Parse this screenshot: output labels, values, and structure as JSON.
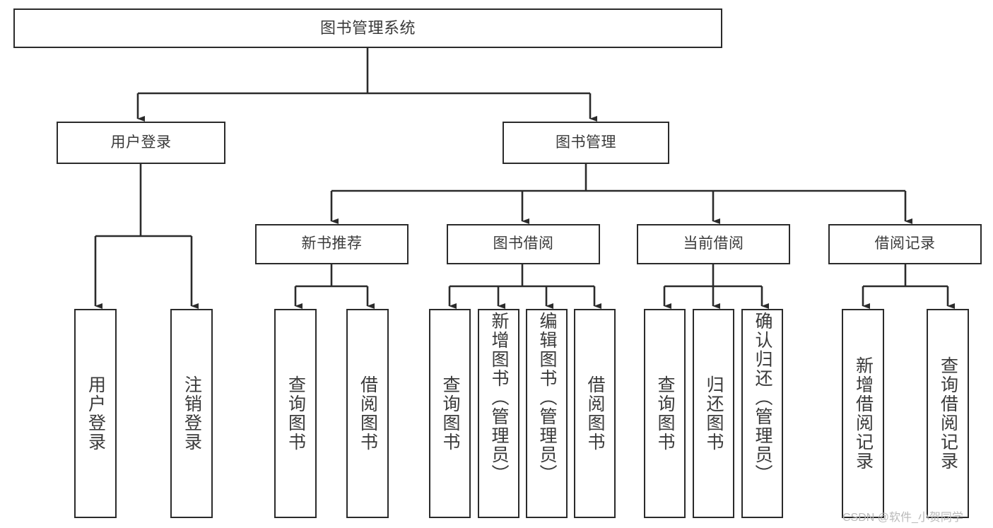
{
  "diagram": {
    "type": "tree-hierarchy",
    "title": "图书管理系统",
    "orientation": "top-down",
    "watermark": "CSDN @软件_小贺同学",
    "colors": {
      "background": "#ffffff",
      "box_border": "#2b2b2b",
      "box_fill": "#ffffff",
      "text": "#3a3a3a",
      "edge": "#2b2b2b",
      "watermark": "#b9b9b9"
    }
  },
  "nodes": {
    "root": {
      "label": "图书管理系统",
      "level": 0
    },
    "level1": [
      {
        "id": "user-login",
        "label": "用户登录",
        "level": 1
      },
      {
        "id": "book-management",
        "label": "图书管理",
        "level": 1
      }
    ],
    "level2": [
      {
        "id": "new-book-recommend",
        "label": "新书推荐",
        "level": 2,
        "parent": "book-management"
      },
      {
        "id": "book-borrow",
        "label": "图书借阅",
        "level": 2,
        "parent": "book-management"
      },
      {
        "id": "current-borrow",
        "label": "当前借阅",
        "level": 2,
        "parent": "book-management"
      },
      {
        "id": "borrow-record",
        "label": "借阅记录",
        "level": 2,
        "parent": "book-management"
      }
    ],
    "leaves": [
      {
        "id": "leaf-user-login",
        "label": "用户登录",
        "parent": "user-login"
      },
      {
        "id": "leaf-logout-login",
        "label": "注销登录",
        "parent": "user-login"
      },
      {
        "id": "leaf-query-book-1",
        "label": "查询图书",
        "parent": "new-book-recommend"
      },
      {
        "id": "leaf-borrow-book-1",
        "label": "借阅图书",
        "parent": "new-book-recommend"
      },
      {
        "id": "leaf-query-book-2",
        "label": "查询图书",
        "parent": "book-borrow"
      },
      {
        "id": "leaf-add-book",
        "label": "新增图书（管理员）",
        "parent": "book-borrow"
      },
      {
        "id": "leaf-edit-book",
        "label": "编辑图书（管理员）",
        "parent": "book-borrow"
      },
      {
        "id": "leaf-borrow-book-2",
        "label": "借阅图书",
        "parent": "book-borrow"
      },
      {
        "id": "leaf-query-book-3",
        "label": "查询图书",
        "parent": "current-borrow"
      },
      {
        "id": "leaf-return-book",
        "label": "归还图书",
        "parent": "current-borrow"
      },
      {
        "id": "leaf-confirm-return",
        "label": "确认归还（管理员）",
        "parent": "current-borrow"
      },
      {
        "id": "leaf-add-borrow-record",
        "label": "新增借阅记录",
        "parent": "borrow-record"
      },
      {
        "id": "leaf-query-borrow-record",
        "label": "查询借阅记录",
        "parent": "borrow-record"
      }
    ]
  }
}
